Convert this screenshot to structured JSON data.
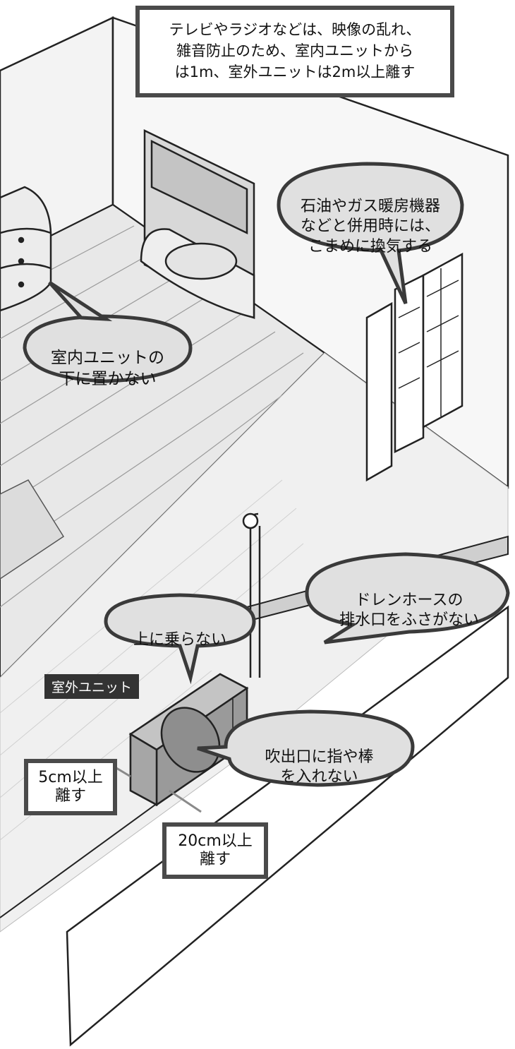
{
  "notes": {
    "tv_radio": "テレビやラジオなどは、映像の乱れ、\n雑音防止のため、室内ユニットから\nは1m、室外ユニットは2m以上離す",
    "heater": "石油やガス暖房機器\nなどと併用時には、\nこまめに換気する",
    "under_indoor": "室内ユニットの\n下に置かない",
    "drain": "ドレンホースの\n排水口をふさがない",
    "no_climb": "上に乗らない",
    "outdoor_label": "室外ユニット",
    "outlet": "吹出口に指や棒\nを入れない",
    "gap_5cm": "5cm以上\n離す",
    "gap_20cm": "20cm以上\n離す"
  },
  "colors": {
    "bubble_fill": "#e0e0e0",
    "bubble_stroke": "#3a3a3a",
    "unit_fill": "#9a9a9a",
    "label_bg": "#333333"
  }
}
